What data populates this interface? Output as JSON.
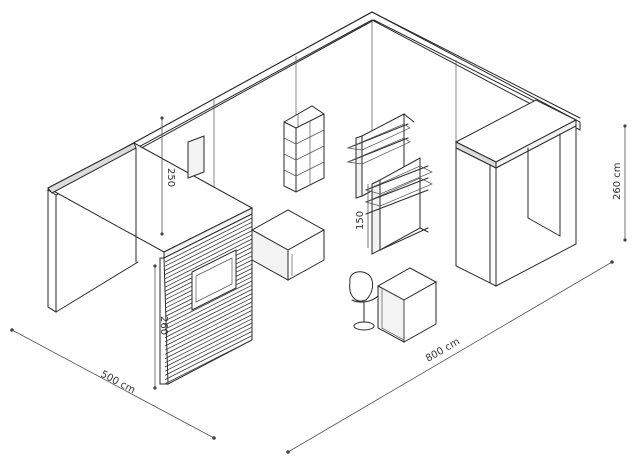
{
  "dimensions": {
    "height_left_inner": "250",
    "height_left_front": "260",
    "height_right": "260 cm",
    "shelf_height": "150",
    "depth": "500 cm",
    "width": "800 cm"
  }
}
